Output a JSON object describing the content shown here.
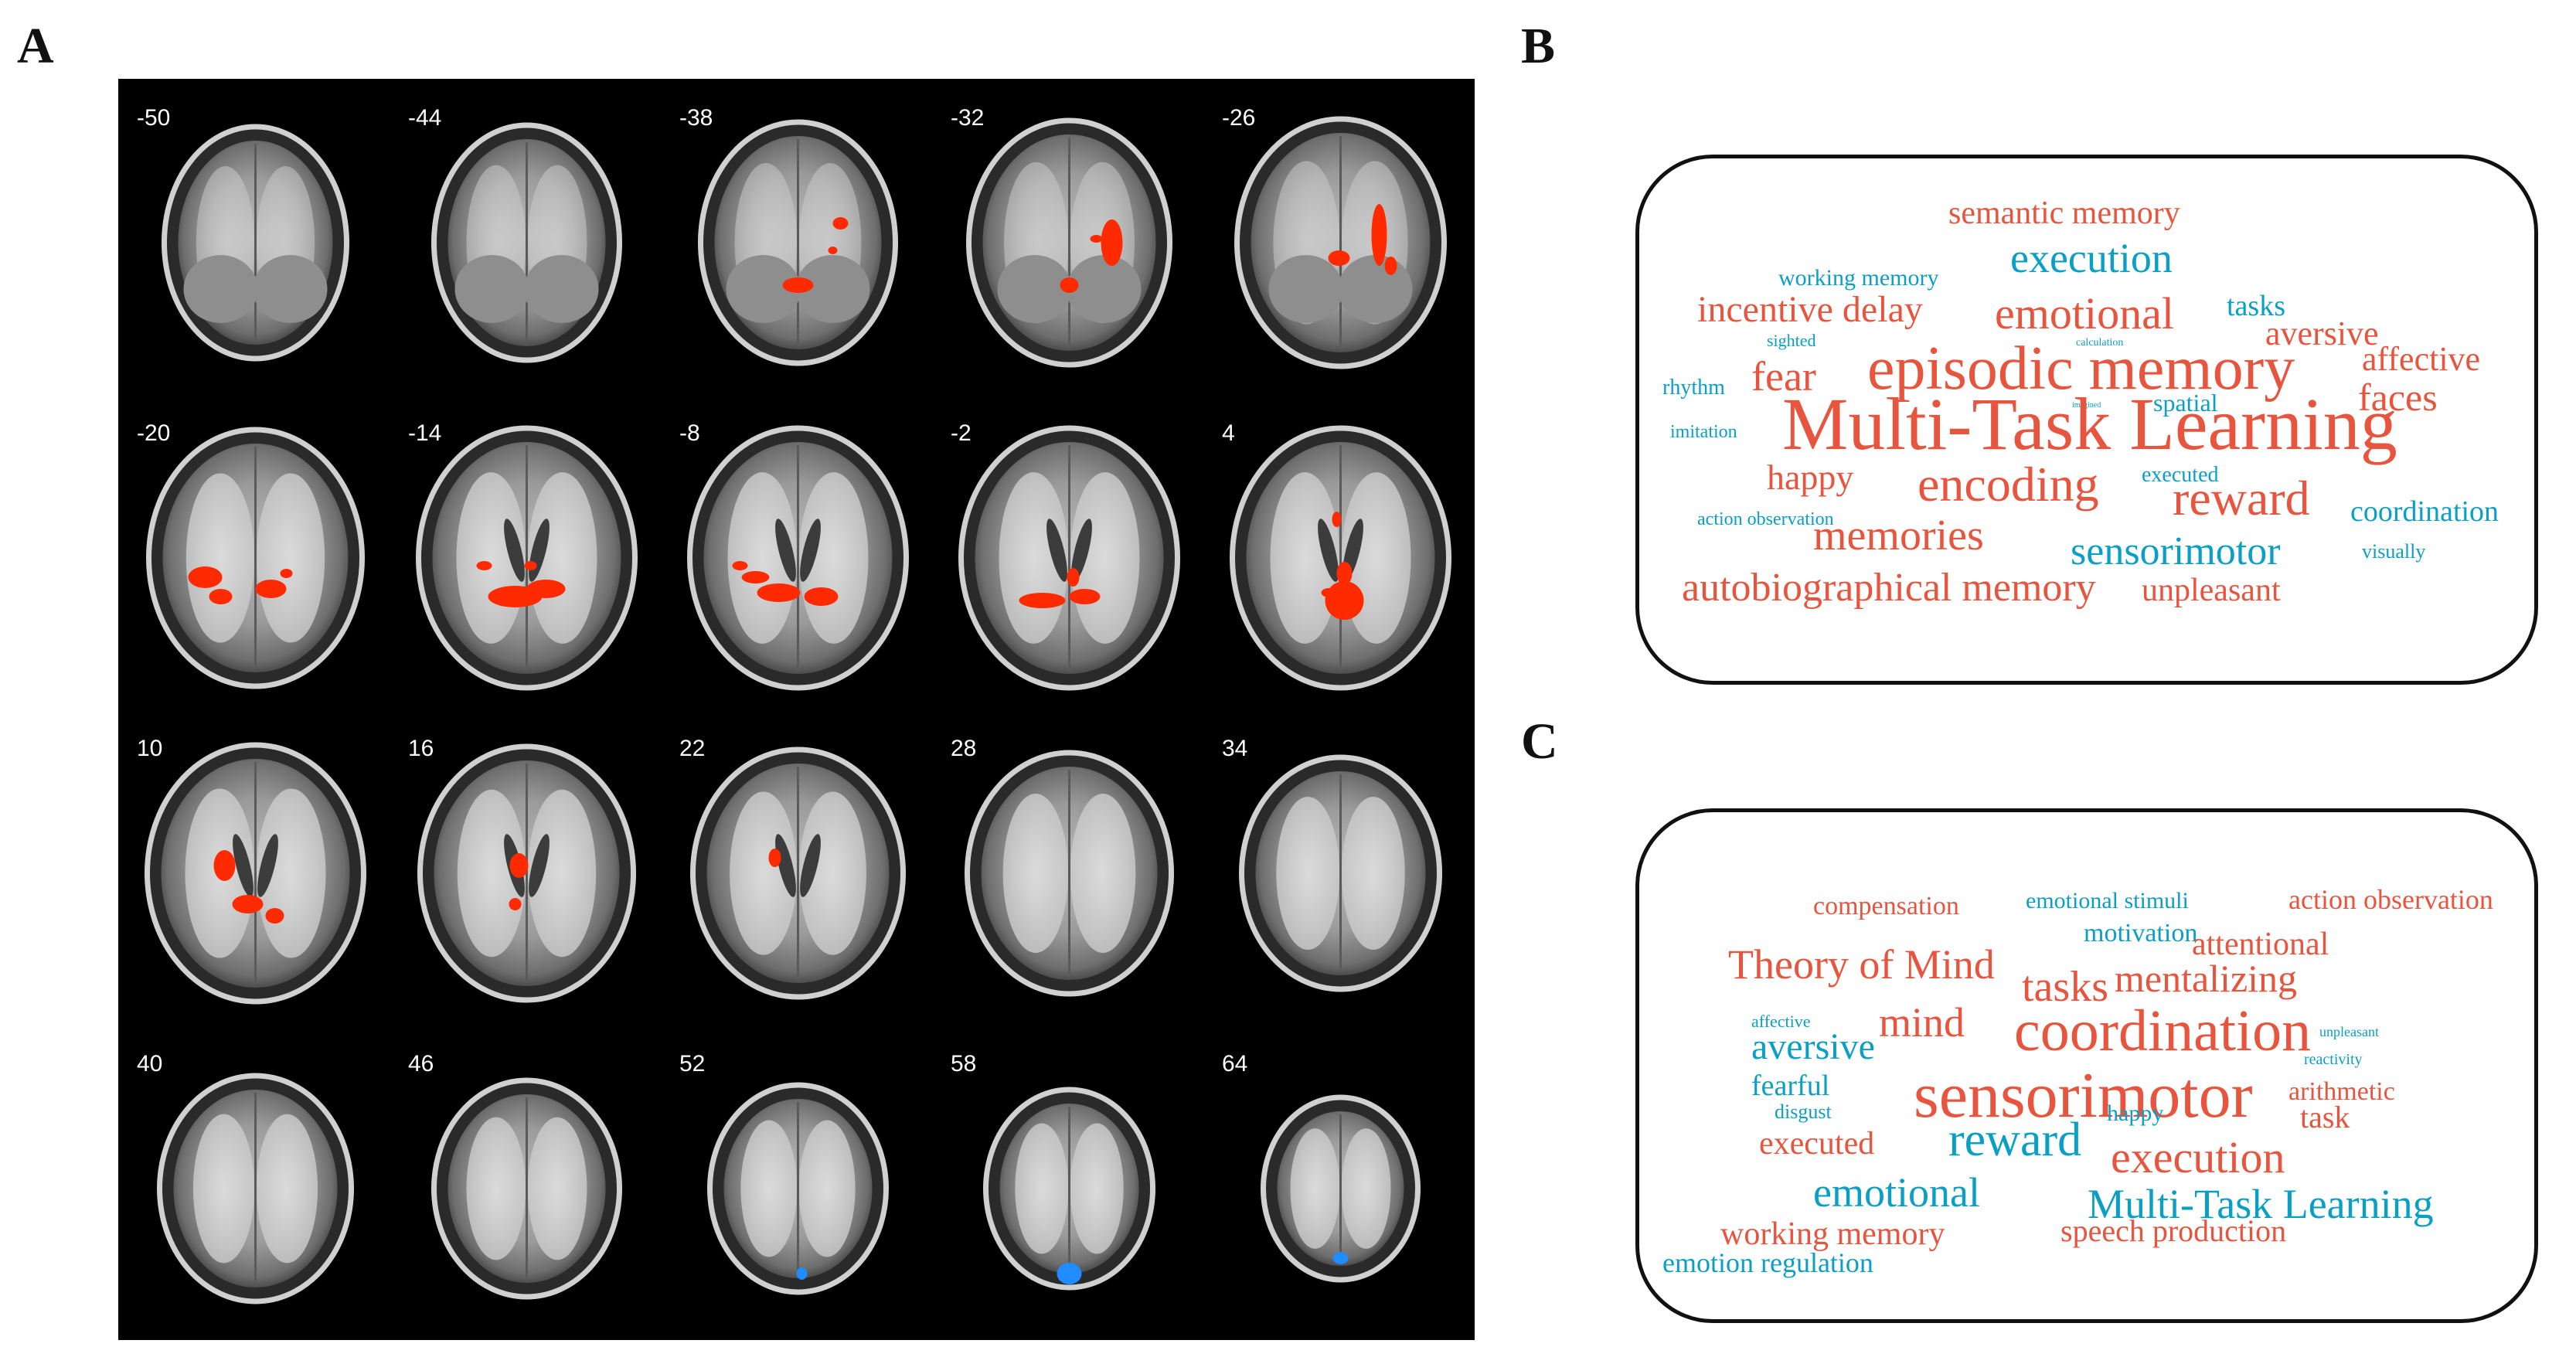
{
  "panels": {
    "a_label": "A",
    "b_label": "B",
    "c_label": "C"
  },
  "colors": {
    "activation_red": "#ff2a00",
    "activation_blue": "#1f8cff",
    "cloud_red": "#e8553f",
    "cloud_blue": "#0a9fc4",
    "background_black": "#000000"
  },
  "slices": [
    {
      "z": "-50",
      "activations": []
    },
    {
      "z": "-44",
      "activations": []
    },
    {
      "z": "-38",
      "activations": [
        "red"
      ]
    },
    {
      "z": "-32",
      "activations": [
        "red"
      ]
    },
    {
      "z": "-26",
      "activations": [
        "red"
      ]
    },
    {
      "z": "-20",
      "activations": [
        "red"
      ]
    },
    {
      "z": "-14",
      "activations": [
        "red"
      ]
    },
    {
      "z": "-8",
      "activations": [
        "red"
      ]
    },
    {
      "z": "-2",
      "activations": [
        "red"
      ]
    },
    {
      "z": "4",
      "activations": [
        "red"
      ]
    },
    {
      "z": "10",
      "activations": [
        "red"
      ]
    },
    {
      "z": "16",
      "activations": [
        "red"
      ]
    },
    {
      "z": "22",
      "activations": [
        "red"
      ]
    },
    {
      "z": "28",
      "activations": []
    },
    {
      "z": "34",
      "activations": []
    },
    {
      "z": "40",
      "activations": []
    },
    {
      "z": "46",
      "activations": []
    },
    {
      "z": "52",
      "activations": [
        "blue"
      ]
    },
    {
      "z": "58",
      "activations": [
        "blue"
      ]
    },
    {
      "z": "64",
      "activations": [
        "blue"
      ]
    }
  ],
  "wordcloud_b": [
    {
      "text": "semantic memory",
      "color": "red"
    },
    {
      "text": "execution",
      "color": "blue"
    },
    {
      "text": "working memory",
      "color": "blue"
    },
    {
      "text": "incentive delay",
      "color": "red"
    },
    {
      "text": "emotional",
      "color": "red"
    },
    {
      "text": "tasks",
      "color": "blue"
    },
    {
      "text": "aversive",
      "color": "red"
    },
    {
      "text": "sighted",
      "color": "blue"
    },
    {
      "text": "calculation",
      "color": "blue"
    },
    {
      "text": "affective",
      "color": "red"
    },
    {
      "text": "rhythm",
      "color": "blue"
    },
    {
      "text": "fear",
      "color": "red"
    },
    {
      "text": "episodic memory",
      "color": "red"
    },
    {
      "text": "faces",
      "color": "red"
    },
    {
      "text": "imagined",
      "color": "blue"
    },
    {
      "text": "spatial",
      "color": "blue"
    },
    {
      "text": "imitation",
      "color": "blue"
    },
    {
      "text": "Multi-Task Learning",
      "color": "red"
    },
    {
      "text": "happy",
      "color": "red"
    },
    {
      "text": "executed",
      "color": "blue"
    },
    {
      "text": "encoding",
      "color": "red"
    },
    {
      "text": "reward",
      "color": "red"
    },
    {
      "text": "coordination",
      "color": "blue"
    },
    {
      "text": "action observation",
      "color": "blue"
    },
    {
      "text": "memories",
      "color": "red"
    },
    {
      "text": "sensorimotor",
      "color": "blue"
    },
    {
      "text": "visually",
      "color": "blue"
    },
    {
      "text": "autobiographical memory",
      "color": "red"
    },
    {
      "text": "unpleasant",
      "color": "red"
    }
  ],
  "wordcloud_c": [
    {
      "text": "compensation",
      "color": "red"
    },
    {
      "text": "emotional stimuli",
      "color": "blue"
    },
    {
      "text": "action observation",
      "color": "red"
    },
    {
      "text": "motivation",
      "color": "blue"
    },
    {
      "text": "attentional",
      "color": "red"
    },
    {
      "text": "Theory of Mind",
      "color": "red"
    },
    {
      "text": "tasks",
      "color": "red"
    },
    {
      "text": "mentalizing",
      "color": "red"
    },
    {
      "text": "affective",
      "color": "blue"
    },
    {
      "text": "mind",
      "color": "red"
    },
    {
      "text": "coordination",
      "color": "red"
    },
    {
      "text": "unpleasant",
      "color": "blue"
    },
    {
      "text": "aversive",
      "color": "blue"
    },
    {
      "text": "reactivity",
      "color": "blue"
    },
    {
      "text": "fearful",
      "color": "blue"
    },
    {
      "text": "sensorimotor",
      "color": "red"
    },
    {
      "text": "arithmetic",
      "color": "red"
    },
    {
      "text": "disgust",
      "color": "blue"
    },
    {
      "text": "happy",
      "color": "blue"
    },
    {
      "text": "task",
      "color": "red"
    },
    {
      "text": "executed",
      "color": "red"
    },
    {
      "text": "reward",
      "color": "blue"
    },
    {
      "text": "execution",
      "color": "red"
    },
    {
      "text": "emotional",
      "color": "blue"
    },
    {
      "text": "Multi-Task Learning",
      "color": "blue"
    },
    {
      "text": "working memory",
      "color": "red"
    },
    {
      "text": "speech production",
      "color": "red"
    },
    {
      "text": "emotion regulation",
      "color": "blue"
    }
  ]
}
